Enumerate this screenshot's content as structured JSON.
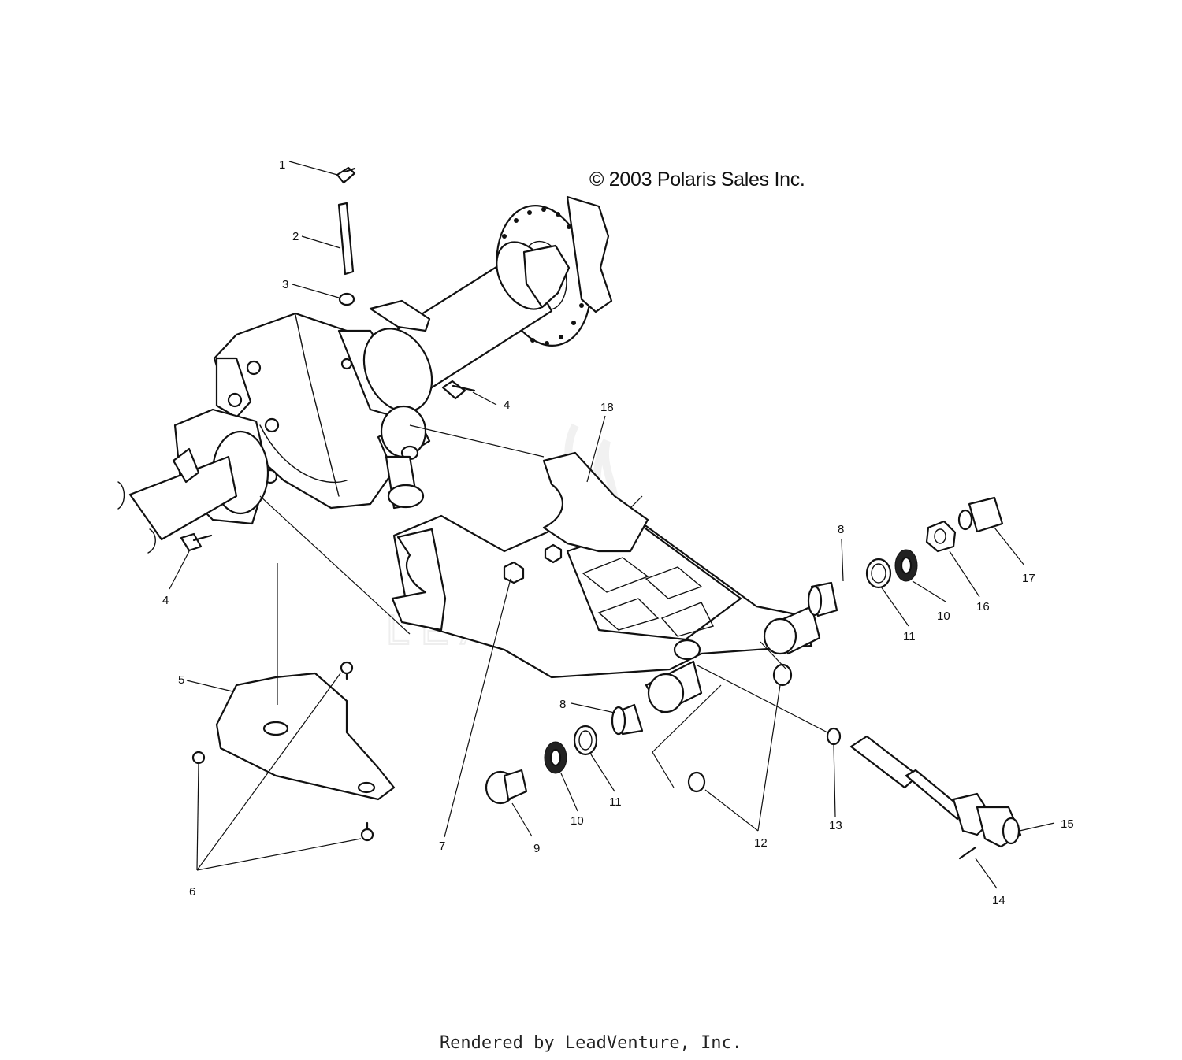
{
  "copyright": "© 2003 Polaris Sales Inc.",
  "footer": "Rendered by LeadVenture, Inc.",
  "watermark": "LEADVENTURE",
  "callouts": {
    "c1": "1",
    "c2": "2",
    "c3": "3",
    "c4a": "4",
    "c4b": "4",
    "c5": "5",
    "c6": "6",
    "c7": "7",
    "c8a": "8",
    "c8b": "8",
    "c9": "9",
    "c10a": "10",
    "c10b": "10",
    "c11a": "11",
    "c11b": "11",
    "c12": "12",
    "c13": "13",
    "c14": "14",
    "c15": "15",
    "c16": "16",
    "c17": "17",
    "c18": "18"
  },
  "colors": {
    "line": "#111111",
    "watermark": "#e4e4e4"
  }
}
